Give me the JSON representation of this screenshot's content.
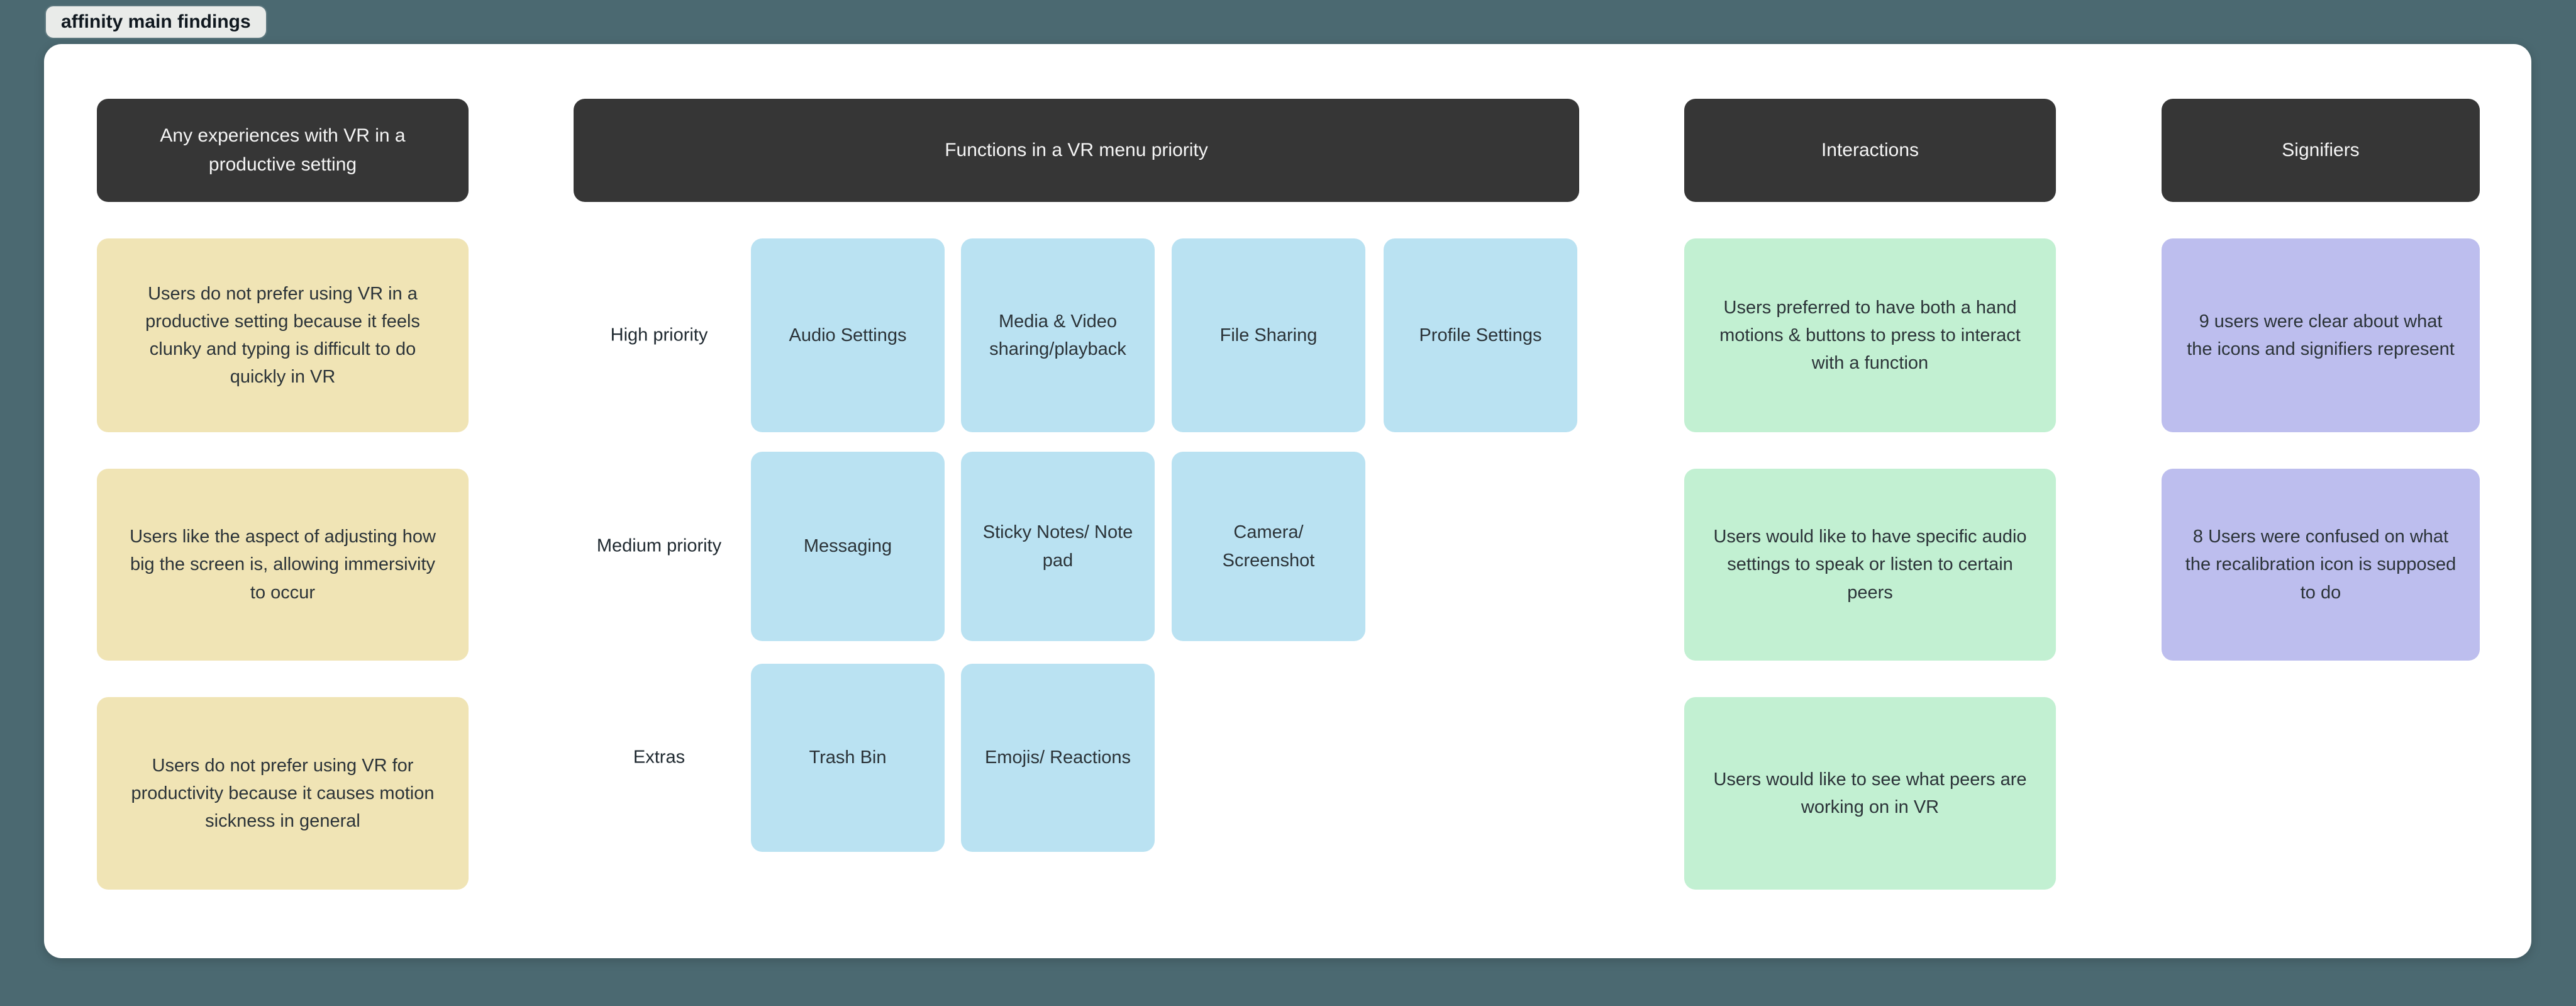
{
  "page": {
    "tab_label": "affinity main findings"
  },
  "colors": {
    "background": "#4b6971",
    "canvas": "#ffffff",
    "tab_bg": "#e9ebe9",
    "header_bg": "#363636",
    "header_text": "#f5f5f5",
    "note_text": "#2b3338",
    "yellow": "#f0e4b5",
    "blue": "#bae2f2",
    "green": "#c2f0d2",
    "purple": "#bdbeee"
  },
  "columns": {
    "experiences": {
      "header": "Any experiences with VR in a productive setting",
      "notes": [
        "Users do not prefer using VR in a productive setting because it feels clunky and typing is difficult to do quickly in VR",
        "Users like the aspect of adjusting how big the screen is, allowing immersivity to occur",
        "Users do not prefer using VR for productivity because it causes motion sickness in general"
      ]
    },
    "functions": {
      "header": "Functions in a VR menu priority",
      "rows": [
        {
          "label": "High priority",
          "notes": [
            "Audio Settings",
            "Media & Video sharing/playback",
            "File Sharing",
            "Profile Settings"
          ]
        },
        {
          "label": "Medium priority",
          "notes": [
            "Messaging",
            "Sticky Notes/ Note pad",
            "Camera/ Screenshot"
          ]
        },
        {
          "label": "Extras",
          "notes": [
            "Trash Bin",
            "Emojis/ Reactions"
          ]
        }
      ]
    },
    "interactions": {
      "header": "Interactions",
      "notes": [
        "Users preferred to have both a hand motions & buttons to press to interact with a function",
        "Users would like to have specific audio settings to speak or listen to certain peers",
        "Users would like to see what peers are working on in VR"
      ]
    },
    "signifiers": {
      "header": "Signifiers",
      "notes": [
        "9 users were clear about what the icons and signifiers represent",
        "8 Users were confused on what the recalibration icon is supposed to do"
      ]
    }
  }
}
